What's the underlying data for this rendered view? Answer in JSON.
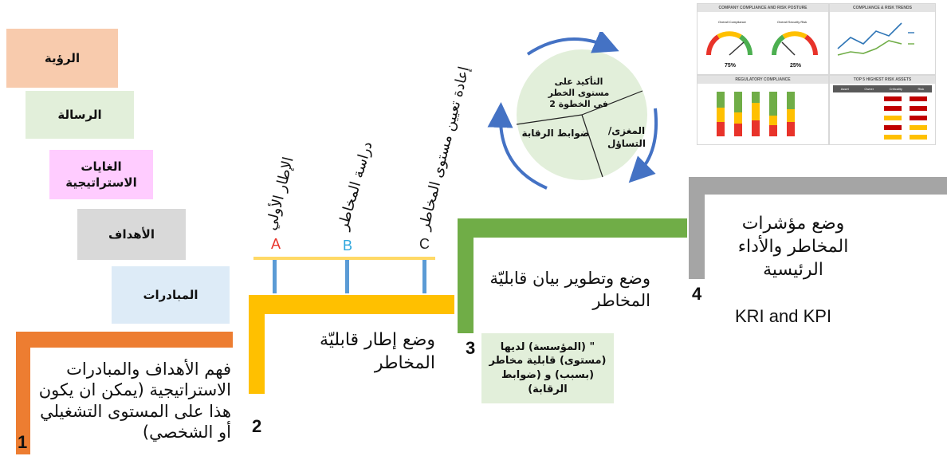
{
  "hierarchy": {
    "vision": "الرؤية",
    "mission": "الرسالة",
    "goals": "الغايات الاستراتيجية",
    "objectives": "الأهداف",
    "initiatives": "المبادرات"
  },
  "steps": [
    {
      "number": "1",
      "text": "فهم الأهداف والمبادرات الاستراتيجية (يمكن ان يكون هذا على المستوى التشغيلي أو الشخصي)"
    },
    {
      "number": "2",
      "text": "وضع إطار قابليّة المخاطر"
    },
    {
      "number": "3",
      "text": "وضع وتطوير بيان قابليّة المخاطر",
      "note": "\" (المؤسسة) لديها (مستوى) قابلية مخاطر (بسبب) و (ضوابط الرقابة)"
    },
    {
      "number": "4",
      "text": "وضع مؤشرات المخاطر والأداء الرئيسية",
      "text_en": "KRI and KPI"
    }
  ],
  "framework": {
    "markers": [
      {
        "letter": "A",
        "label": "الإطار الأولي",
        "color": "#e8332a"
      },
      {
        "letter": "B",
        "label": "دراسة المخاطر",
        "color": "#2ea6dd"
      },
      {
        "letter": "C",
        "label": "إعادة تعيين مستوى المخاطر",
        "color": "#222222"
      }
    ]
  },
  "cycle": {
    "top": "التأكيد على مستوى الخطر في الخطوة 2",
    "right": "المغزى/ التساؤل",
    "left": "ضوابط الرقابة"
  },
  "dashboard": {
    "panel1_title": "COMPANY COMPLIANCE AND RISK POSTURE",
    "gauge1_label": "Overall Compliance",
    "gauge1_value": "75%",
    "gauge2_label": "Overall Security Risk",
    "gauge2_value": "25%",
    "panel2_title": "COMPLIANCE & RISK TRENDS",
    "panel3_title": "REGULATORY COMPLIANCE",
    "panel4_title": "TOP 5 HIGHEST RISK ASSETS",
    "table_headers": [
      "Asset",
      "Owner",
      "Criticality",
      "Risk"
    ]
  },
  "colors": {
    "vision": "#f8cbad",
    "mission": "#e2efda",
    "goals": "#ffccff",
    "objectives": "#d9d9d9",
    "initiatives": "#ddebf7",
    "step1": "#ed7d31",
    "step2": "#ffc000",
    "step3": "#70ad47",
    "step4": "#a5a5a5",
    "cycle": "#e2efda",
    "arrow": "#4472c4",
    "note3": "#e2efda"
  }
}
